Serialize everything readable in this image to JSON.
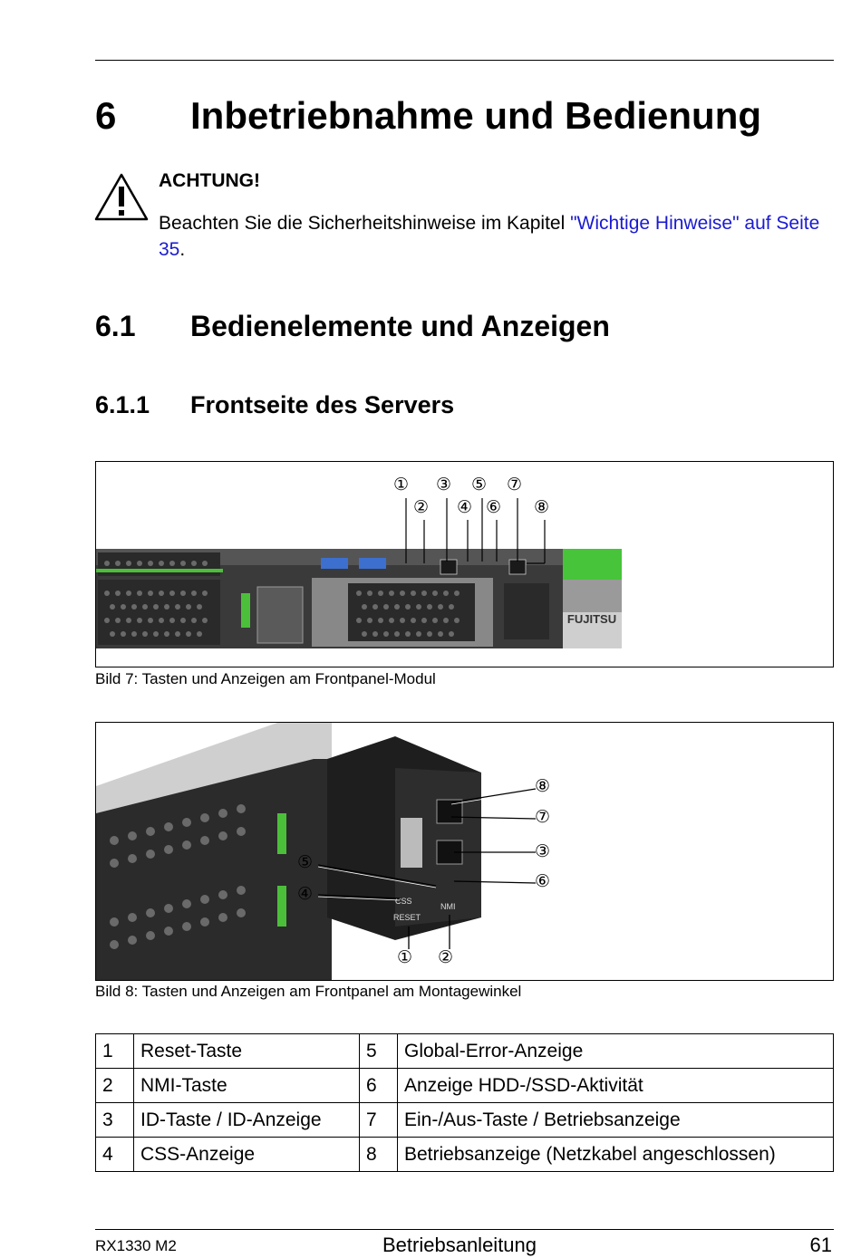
{
  "chapter": {
    "number": "6",
    "title": "Inbetriebnahme und Bedienung"
  },
  "warning": {
    "icon": "warning-triangle-icon",
    "title": "ACHTUNG!",
    "text_before": "Beachten Sie die Sicherheitshinweise im Kapitel ",
    "link_text": "\"Wichtige Hinweise\" auf Seite 35",
    "text_after": ".",
    "link_color": "#1a1ad0"
  },
  "section": {
    "number": "6.1",
    "title": "Bedienelemente und Anzeigen"
  },
  "subsection": {
    "number": "6.1.1",
    "title": "Frontseite des Servers"
  },
  "figure1": {
    "caption": "Bild 7: Tasten und Anzeigen am Frontpanel-Modul",
    "callouts": [
      "①",
      "②",
      "③",
      "④",
      "⑤",
      "⑥",
      "⑦",
      "⑧"
    ],
    "brand": "FUJITSU"
  },
  "figure2": {
    "caption": "Bild 8: Tasten und Anzeigen am Frontpanel am Montagewinkel",
    "callouts": [
      "⑧",
      "⑦",
      "③",
      "⑥",
      "⑤",
      "④",
      "①",
      "②"
    ],
    "labels": {
      "reset": "RESET",
      "nmi": "NMI",
      "css": "CSS"
    }
  },
  "legend": [
    {
      "n1": "1",
      "l1": "Reset-Taste",
      "n2": "5",
      "l2": "Global-Error-Anzeige"
    },
    {
      "n1": "2",
      "l1": "NMI-Taste",
      "n2": "6",
      "l2": "Anzeige HDD-/SSD-Aktivität"
    },
    {
      "n1": "3",
      "l1": "ID-Taste / ID-Anzeige",
      "n2": "7",
      "l2": "Ein-/Aus-Taste / Betriebsanzeige"
    },
    {
      "n1": "4",
      "l1": "CSS-Anzeige",
      "n2": "8",
      "l2": "Betriebsanzeige (Netzkabel angeschlossen)"
    }
  ],
  "footer": {
    "model": "RX1330 M2",
    "doc": "Betriebsanleitung",
    "page": "61"
  }
}
